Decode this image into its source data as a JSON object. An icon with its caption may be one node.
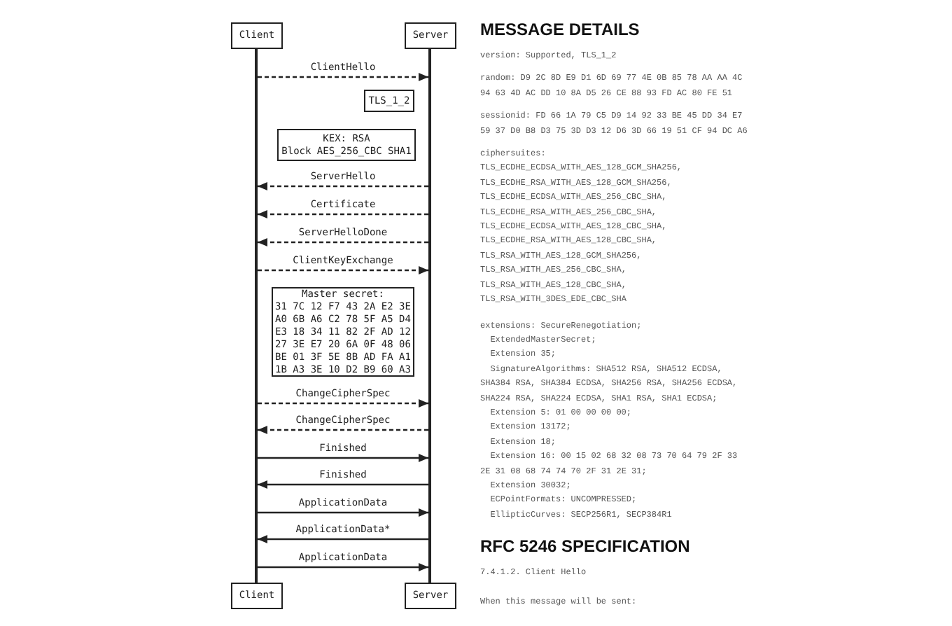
{
  "diagram": {
    "nodes": [
      {
        "text": [
          "Client"
        ]
      },
      {
        "text": [
          "Server"
        ]
      },
      {
        "text": [
          "TLS_1_2"
        ]
      },
      {
        "text": [
          "KEX: RSA",
          "Block AES_256_CBC SHA1"
        ]
      },
      {
        "text": [
          "Master secret:",
          "31 7C 12 F7 43 2A E2 3E A0 6B A6 C2 78 5F A5 D4 E3 18 34 11 82 2F AD 12 27 3E E7 20 6A 0F 48 06 BE 01 3F 5E 8B AD FA A1 1B A3 3E 10 D2 B9 60 A3"
        ]
      },
      {
        "text": [
          "Client"
        ]
      },
      {
        "text": [
          "Server"
        ]
      },
      {
        "text": [],
        "shape": "bar"
      },
      {
        "text": [],
        "shape": "bar"
      }
    ],
    "edges": [
      {
        "from": 7,
        "to": 8,
        "arrow": "to",
        "label": "ClientHello",
        "style": "dashed"
      },
      {
        "from": 8,
        "to": 7,
        "arrow": "to",
        "label": "ServerHello",
        "style": "dashed"
      },
      {
        "from": 8,
        "to": 7,
        "arrow": "to",
        "label": "Certificate",
        "style": "dashed"
      },
      {
        "from": 8,
        "to": 7,
        "arrow": "to",
        "label": "ServerHelloDone",
        "style": "dashed"
      },
      {
        "from": 7,
        "to": 8,
        "arrow": "to",
        "label": "ClientKeyExchange",
        "style": "dashed"
      },
      {
        "from": 7,
        "to": 8,
        "arrow": "to",
        "label": "ChangeCipherSpec",
        "style": "dashed"
      },
      {
        "from": 8,
        "to": 7,
        "arrow": "to",
        "label": "ChangeCipherSpec",
        "style": "dashed"
      },
      {
        "from": 7,
        "to": 8,
        "arrow": "to",
        "label": "Finished"
      },
      {
        "from": 8,
        "to": 7,
        "arrow": "to",
        "label": "Finished"
      },
      {
        "from": 7,
        "to": 8,
        "arrow": "to",
        "label": "ApplicationData"
      },
      {
        "from": 8,
        "to": 7,
        "arrow": "to",
        "label": "ApplicationData*"
      },
      {
        "from": 7,
        "to": 8,
        "arrow": "to",
        "label": "ApplicationData"
      }
    ],
    "labels": [
      "MESSAGE DETAILS",
      "version: Supported, TLS_1_2",
      "random: D9 2C 8D E9 D1 6D 69 77 4E 0B 85 78 AA AA 4C 94 63 4D AC DD 10 8A D5 26 CE 88 93 FD AC 80 FE 51",
      "sessionid: FD 66 1A 79 C5 D9 14 92 33 BE 45 DD 34 E7 59 37 D0 B8 D3 75 3D D3 12 D6 3D 66 19 51 CF 94 DC A6",
      "ciphersuites:",
      "TLS_ECDHE_ECDSA_WITH_AES_128_GCM_SHA256,",
      "TLS_ECDHE_RSA_WITH_AES_128_GCM_SHA256,",
      "TLS_ECDHE_ECDSA_WITH_AES_256_CBC_SHA,",
      "TLS_ECDHE_RSA_WITH_AES_256_CBC_SHA,",
      "TLS_ECDHE_ECDSA_WITH_AES_128_CBC_SHA,",
      "TLS_ECDHE_RSA_WITH_AES_128_CBC_SHA,",
      "TLS_RSA_WITH_AES_128_GCM_SHA256,",
      "TLS_RSA_WITH_AES_256_CBC_SHA,",
      "TLS_RSA_WITH_AES_128_CBC_SHA,",
      "TLS_RSA_WITH_3DES_EDE_CBC_SHA",
      "extensions: SecureRenegotiation;",
      "ExtendedMasterSecret;",
      "Extension 35;",
      "SignatureAlgorithms: SHA512 RSA, SHA512 ECDSA, SHA384 RSA, SHA384 ECDSA, SHA256 RSA, SHA256 ECDSA, SHA224 RSA, SHA224 ECDSA, SHA1 RSA, SHA1 ECDSA;",
      "Extension 5: 01 00 00 00 00;",
      "Extension 13172;",
      "Extension 18;",
      "Extension 16: 00 15 02 68 32 08 73 70 64 79 2F 33 2E 31 08 68 74 74 70 2F 31 2E 31;",
      "Extension 30032;",
      "ECPointFormats: UNCOMPRESSED;",
      "EllipticCurves: SECP256R1, SECP384R1",
      "RFC 5246 SPECIFICATION",
      "7.4.1.2. Client Hello",
      "When this message will be sent:"
    ]
  }
}
